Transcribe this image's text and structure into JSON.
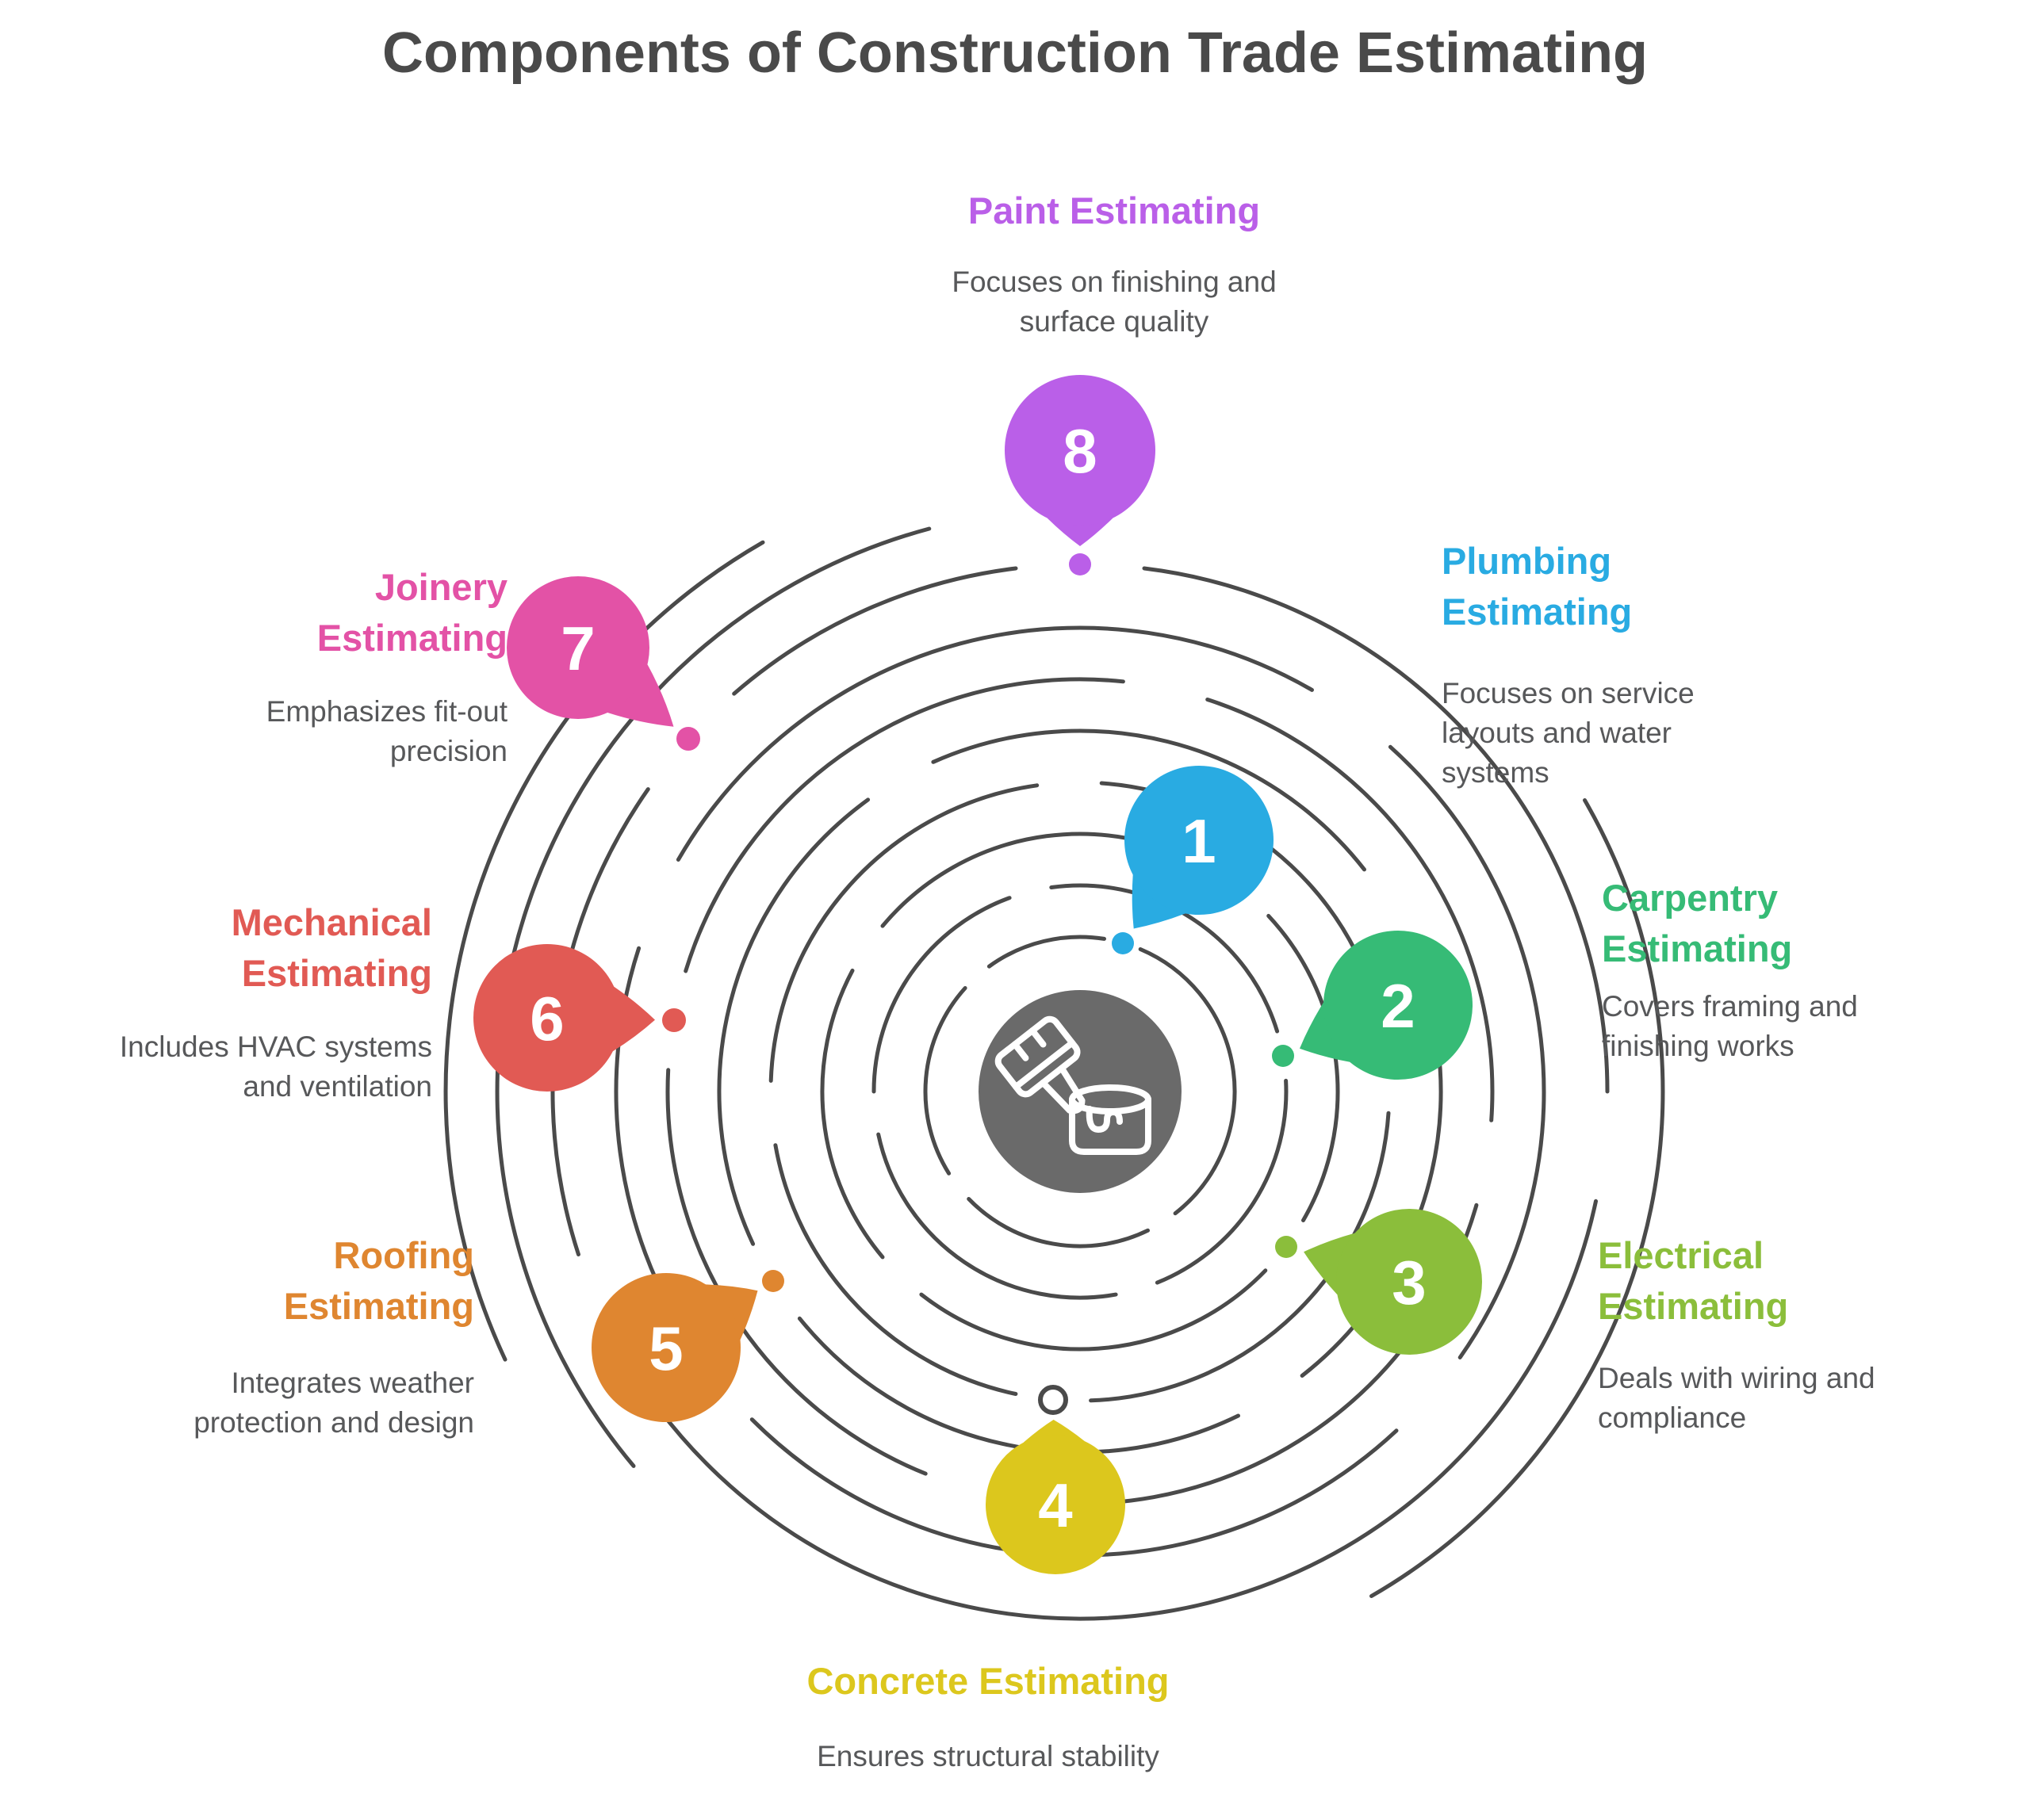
{
  "title": "Components of Construction Trade Estimating",
  "center_icon": "paint-brush-and-can-icon",
  "colors": {
    "arc": "#4A4A4A",
    "center_circle": "#6A6A6A",
    "main_title": "#4A4A4A",
    "description_text": "#57585A",
    "number_text": "#FFFFFF",
    "open_dot_fill": "#FFFFFF"
  },
  "items": [
    {
      "num": "1",
      "title": "Plumbing\nEstimating",
      "description": "Focuses on service\nlayouts and water\nsystems",
      "color": "#29ABE2"
    },
    {
      "num": "2",
      "title": "Carpentry\nEstimating",
      "description": "Covers framing and\nfinishing works",
      "color": "#36BB76"
    },
    {
      "num": "3",
      "title": "Electrical\nEstimating",
      "description": "Deals with wiring and\ncompliance",
      "color": "#8BBE3B"
    },
    {
      "num": "4",
      "title": "Concrete Estimating",
      "description": "Ensures structural stability",
      "color": "#DCC71D"
    },
    {
      "num": "5",
      "title": "Roofing\nEstimating",
      "description": "Integrates weather\nprotection and design",
      "color": "#DF8630"
    },
    {
      "num": "6",
      "title": "Mechanical\nEstimating",
      "description": "Includes HVAC systems\nand ventilation",
      "color": "#E15A54"
    },
    {
      "num": "7",
      "title": "Joinery\nEstimating",
      "description": "Emphasizes fit-out\nprecision",
      "color": "#E352A6"
    },
    {
      "num": "8",
      "title": "Paint Estimating",
      "description": "Focuses on finishing and\nsurface quality",
      "color": "#BA5FE8"
    }
  ]
}
